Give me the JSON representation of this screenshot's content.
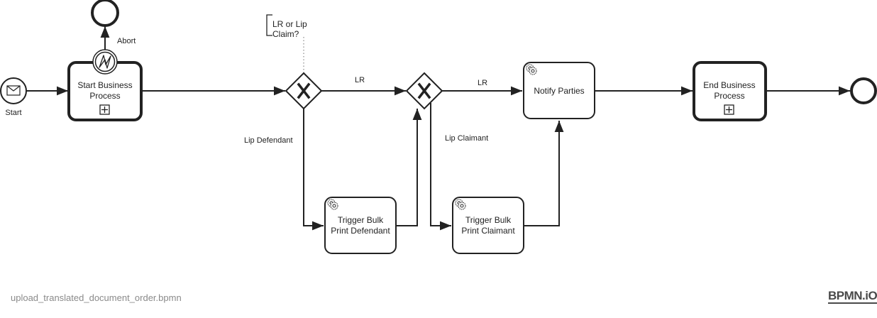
{
  "diagram": {
    "events": {
      "start_label": "Start",
      "abort_label": "Abort"
    },
    "tasks": {
      "start_business_process": [
        "Start Business",
        "Process"
      ],
      "trigger_bulk_print_defendant": [
        "Trigger Bulk",
        "Print Defendant"
      ],
      "trigger_bulk_print_claimant": [
        "Trigger Bulk",
        "Print Claimant"
      ],
      "notify_parties": "Notify Parties",
      "end_business_process": [
        "End Business",
        "Process"
      ]
    },
    "gateways": {
      "annotation": [
        "LR or Lip",
        "Claim?"
      ]
    },
    "flows": {
      "lr_1": "LR",
      "lr_2": "LR",
      "lip_defendant": "Lip Defendant",
      "lip_claimant": "Lip Claimant"
    }
  },
  "footer": {
    "filename": "upload_translated_document_order.bpmn",
    "brand": "BPMN.iO"
  },
  "colors": {
    "stroke": "#222222",
    "annotation_dotted": "#888888",
    "filename_text": "#8a8a8a"
  }
}
